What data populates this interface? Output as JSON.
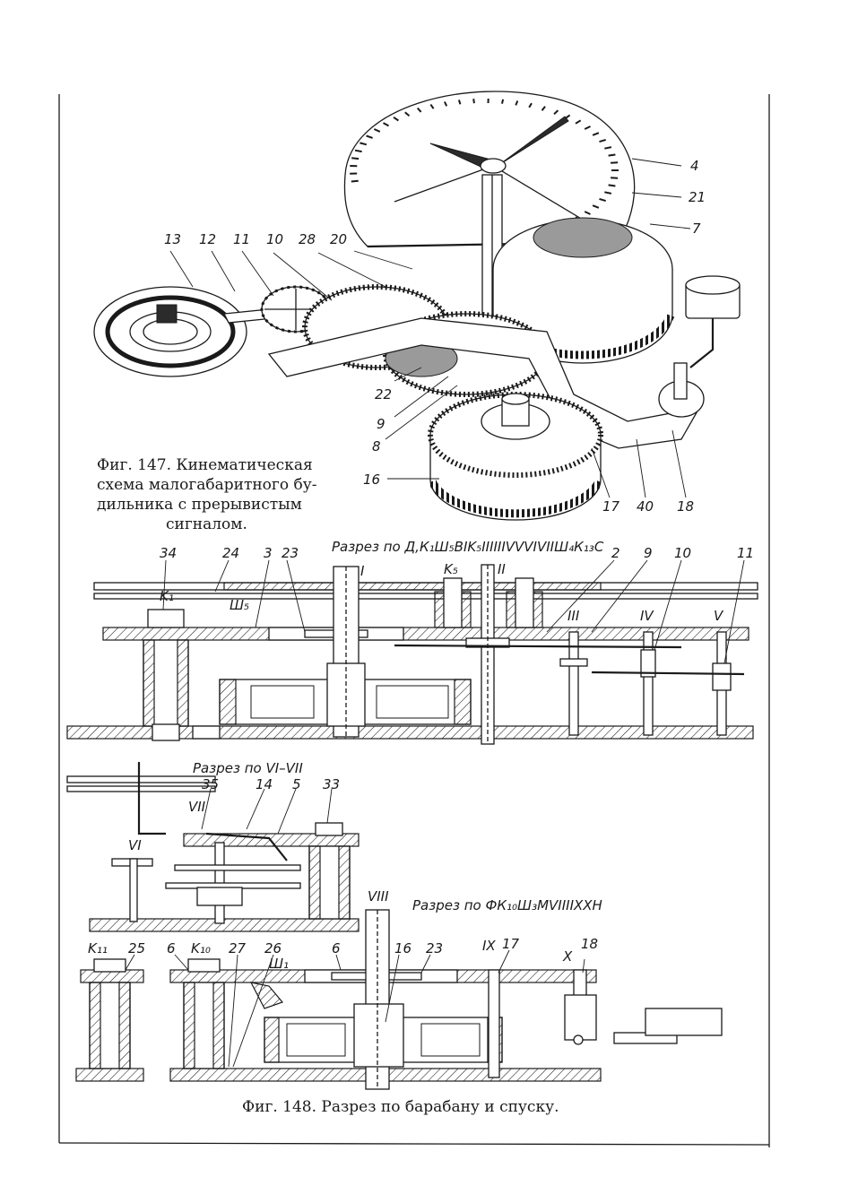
{
  "fig147": {
    "caption_lines": [
      "Фиг.   147. Кинематическая",
      "схема  малогабаритного  бу-",
      "дильника   с  прерывистым",
      "сигналом."
    ],
    "labels": [
      "13",
      "12",
      "11",
      "10",
      "28",
      "20",
      "4",
      "21",
      "7",
      "22",
      "9",
      "8",
      "16",
      "17",
      "40",
      "18"
    ]
  },
  "fig148": {
    "section_top": "Разрез по Д,К₁Ш₅ВIK₅IIIIIIVVVIVIIШ₄К₁₃С",
    "section_mid": "Разрез по VI–VII",
    "section_bottom": "Разрез по ФК₁₀Ш₃МVIIIIXXН",
    "top_labels": [
      "34",
      "24",
      "3",
      "23",
      "I",
      "K₅",
      "II",
      "2",
      "9",
      "10",
      "11",
      "K₁",
      "Ш₅",
      "III",
      "IV",
      "V"
    ],
    "mid_labels": [
      "35",
      "14",
      "5",
      "33",
      "VII",
      "VI"
    ],
    "bottom_labels": [
      "VIII",
      "K₁₁",
      "25",
      "6",
      "K₁₀",
      "27",
      "26",
      "Ш₁",
      "6",
      "16",
      "23",
      "IX",
      "17",
      "X",
      "18"
    ],
    "caption": "Фиг. 148. Разрез по барабану и спуску."
  }
}
